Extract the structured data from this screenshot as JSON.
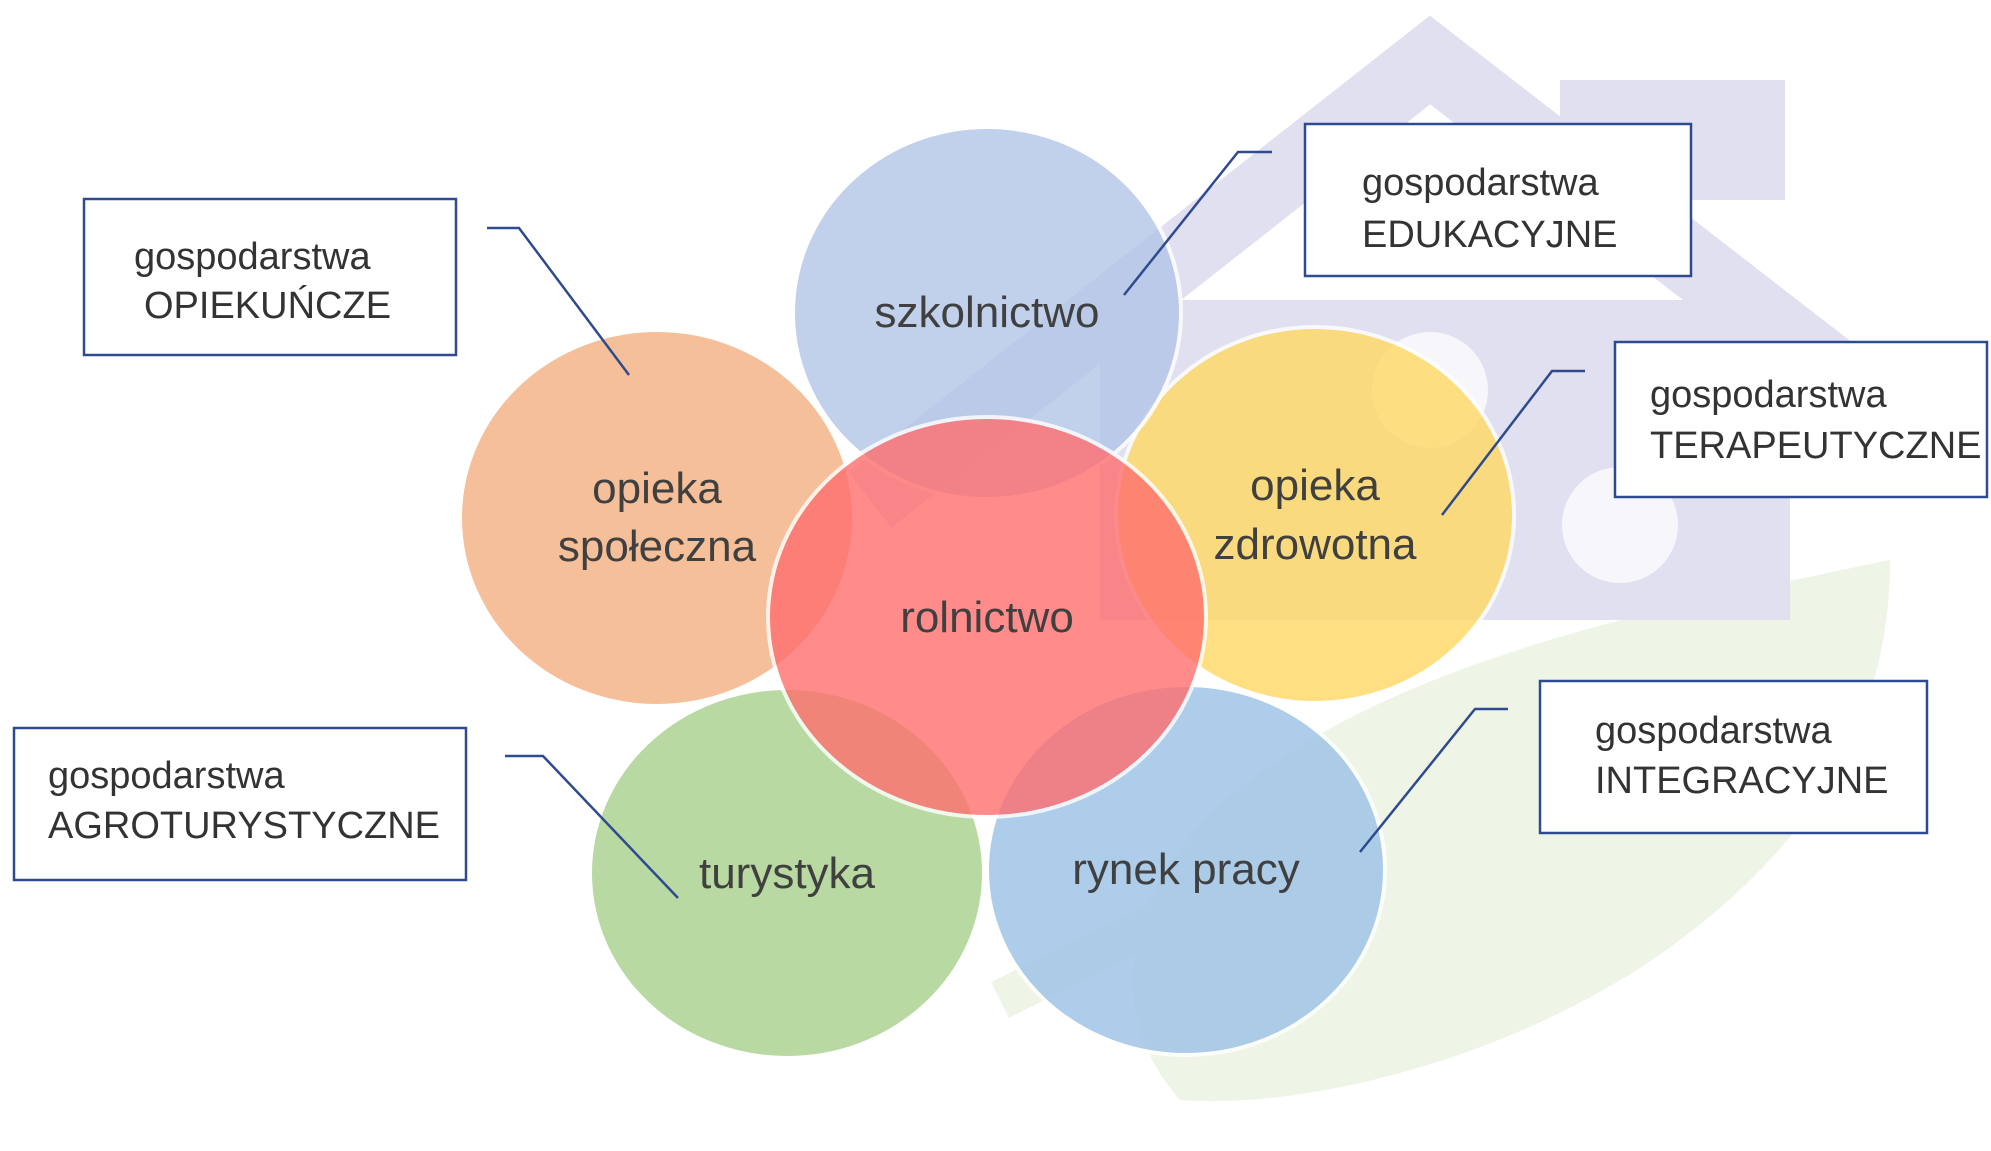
{
  "colors": {
    "education": "#b4c6e7",
    "care": "#f4b183",
    "health": "#ffd966",
    "tourism": "#a9d18e",
    "labor": "#9dc3e6",
    "agriculture": "#ff6f6f",
    "callout_border": "#2f4b8f",
    "watermark_house": "#e0e0f0",
    "watermark_leaf": "#eef4e6"
  },
  "circles": {
    "education": {
      "label_lines": [
        "szkolnictwo"
      ]
    },
    "care": {
      "label_lines": [
        "opieka",
        "społeczna"
      ]
    },
    "health": {
      "label_lines": [
        "opieka",
        "zdrowotna"
      ]
    },
    "tourism": {
      "label_lines": [
        "turystyka"
      ]
    },
    "labor": {
      "label_lines": [
        "rynek pracy"
      ]
    },
    "agriculture": {
      "label_lines": [
        "rolnictwo"
      ]
    }
  },
  "callouts": {
    "care": {
      "line1": "gospodarstwa",
      "line2": "OPIEKUŃCZE"
    },
    "education": {
      "line1": "gospodarstwa",
      "line2": "EDUKACYJNE"
    },
    "health": {
      "line1": "gospodarstwa",
      "line2": "TERAPEUTYCZNE"
    },
    "tourism": {
      "line1": "gospodarstwa",
      "line2": "AGROTURYSTYCZNE"
    },
    "labor": {
      "line1": "gospodarstwa",
      "line2": "INTEGRACYJNE"
    }
  }
}
